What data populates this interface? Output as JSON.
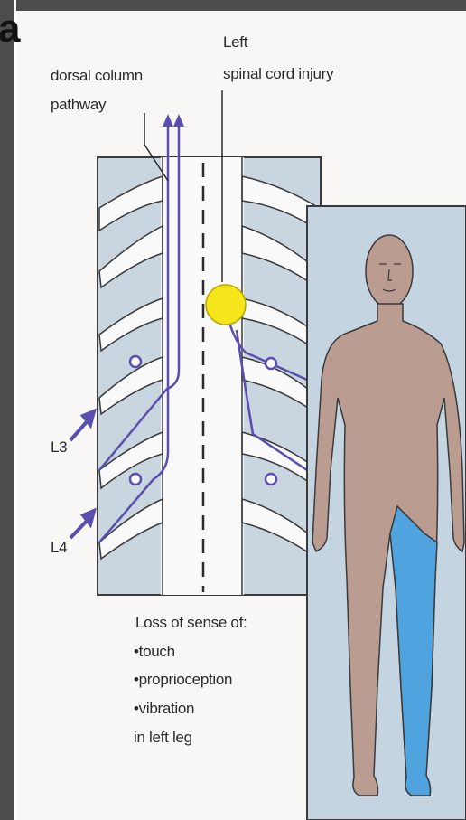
{
  "figure": {
    "panel_letter": "a",
    "labels": {
      "injury_line1": "Left",
      "injury_line2": "spinal cord injury",
      "pathway_line1": "dorsal column",
      "pathway_line2": "pathway",
      "level_l3": "L3",
      "level_l4": "L4"
    },
    "loss_of_sense": {
      "heading": "Loss of sense of:",
      "items": [
        "•touch",
        "•proprioception",
        "•vibration"
      ],
      "footer": "in left leg"
    }
  },
  "colors": {
    "background": "#f8f7f5",
    "vertebra_fill": "#c9d5df",
    "pathway": "#5a4fb0",
    "lesion": "#f4e51c",
    "skin": "#bb9c91",
    "affected_area": "#4fa3de",
    "body_panel": "#c4d4e1",
    "border_bar": "#4d4d4d"
  }
}
